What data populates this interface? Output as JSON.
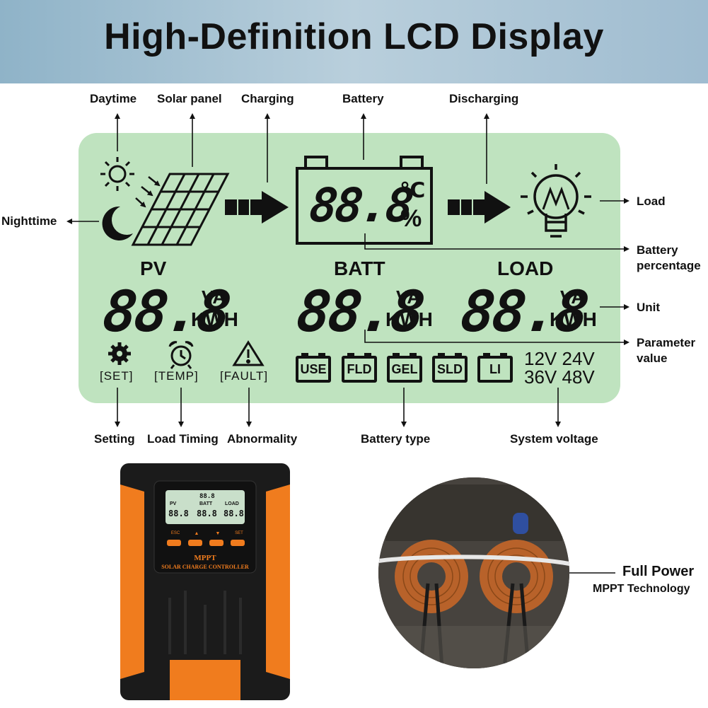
{
  "header": {
    "title": "High-Definition LCD Display"
  },
  "callouts": {
    "daytime": "Daytime",
    "solar_panel": "Solar panel",
    "charging": "Charging",
    "battery": "Battery",
    "discharging": "Discharging",
    "nighttime": "Nighttime",
    "load": "Load",
    "battery_percentage_1": "Battery",
    "battery_percentage_2": "percentage",
    "unit": "Unit",
    "parameter_value_1": "Parameter",
    "parameter_value_2": "value",
    "setting": "Setting",
    "load_timing": "Load Timing",
    "abnormality": "Abnormality",
    "battery_type": "Battery  type",
    "system_voltage": "System voltage"
  },
  "lcd": {
    "battery_digits": "88.8",
    "celsius": "℃",
    "percent": "%",
    "sections": [
      {
        "label": "PV",
        "digits": "88.8",
        "unit1": "VA",
        "unit2": "KWH"
      },
      {
        "label": "BATT",
        "digits": "88.8",
        "unit1": "VA",
        "unit2": "KWH"
      },
      {
        "label": "LOAD",
        "digits": "88.8",
        "unit1": "VA",
        "unit2": "KWH"
      }
    ],
    "icons": {
      "set": "[SET]",
      "temp": "[TEMP]",
      "fault": "[FAULT]"
    },
    "battery_types": [
      "USE",
      "FLD",
      "GEL",
      "SLD",
      "LI"
    ],
    "voltages": {
      "row1": "12V 24V",
      "row2": "36V 48V"
    }
  },
  "device": {
    "brand": "MPPT",
    "subtitle": "SOLAR CHARGE CONTROLLER",
    "buttons": [
      "ESC",
      "▲",
      "▼",
      "SET"
    ],
    "mini_pv": "PV",
    "mini_batt": "BATT",
    "mini_load": "LOAD",
    "mini_digits": "88.8"
  },
  "feature": {
    "line1": "Full Power",
    "line2": "MPPT Technology"
  },
  "colors": {
    "lcd_green": "#bfe3bf",
    "device_orange": "#f07c1e",
    "device_black": "#1b1b1b"
  }
}
